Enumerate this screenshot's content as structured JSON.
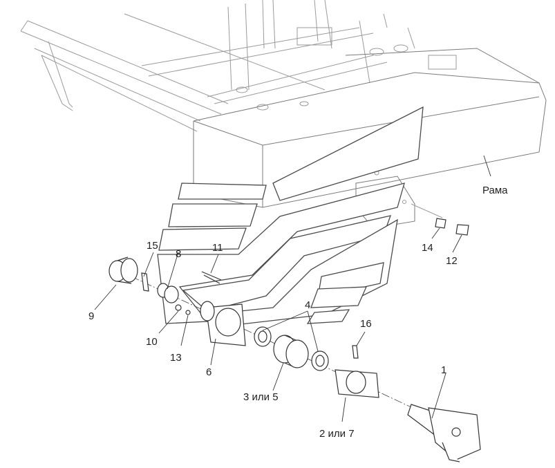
{
  "labels": {
    "frame": "Рама",
    "p1": "1",
    "p2_7": "2 или 7",
    "p3_5": "3 или 5",
    "p4": "4",
    "p6": "6",
    "p8": "8",
    "p9": "9",
    "p10": "10",
    "p11": "11",
    "p12": "12",
    "p13": "13",
    "p14": "14",
    "p15": "15",
    "p16": "16"
  }
}
